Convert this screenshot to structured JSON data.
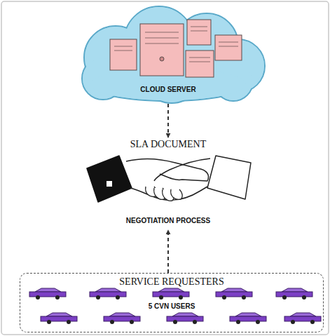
{
  "diagram": {
    "nodes": [
      {
        "text": [
          "CLOUD SERVER"
        ]
      },
      {
        "text": [
          "SLA DOCUMENT",
          "NEGOTIATION PROCESS"
        ]
      },
      {
        "text": [
          "SERVICE REQUESTERS",
          "5 CVN USERS"
        ]
      }
    ],
    "edges": [
      {
        "from": 0,
        "to": 1,
        "arrow": "to"
      },
      {
        "from": 2,
        "to": 1,
        "arrow": "to"
      }
    ]
  }
}
